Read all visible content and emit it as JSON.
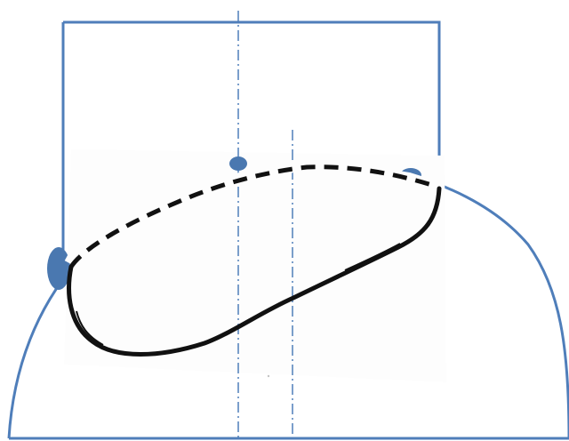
{
  "diagram": {
    "elements": [
      "rectangle-outline",
      "semicircle-outline",
      "left-dash-dot-axis",
      "right-dash-dot-axis",
      "closed-loop-curve",
      "solid-lower-curve",
      "dashed-upper-curve",
      "contact-markers"
    ]
  },
  "colors": {
    "outline_blue": "#4F7EBA",
    "marker_blue": "#4A78B0",
    "curve_black": "#111111",
    "patch_white": "#FDFDFD",
    "background": "#FFFFFF"
  }
}
